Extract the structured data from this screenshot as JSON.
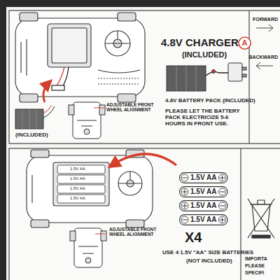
{
  "diagram": {
    "nodes": [
      {
        "text": [
          "A"
        ]
      },
      {
        "text": [
          "1.5V AA"
        ]
      },
      {
        "text": [
          "1.5V AA"
        ]
      },
      {
        "text": [
          "1.5V AA"
        ]
      },
      {
        "text": [
          "1.5V AA"
        ]
      }
    ],
    "labels": [
      "4.8V CHARGER",
      "(INCLUDED)",
      "(INCLUDED)",
      "ADJUSTABLE FRONT WHEEL ALIGNMENT",
      "4.8V BATTERY PACK (INCLUDED)",
      "PLEASE LET THE BATTERY PACK ELECTRICIZE 5-6 HOURS IN FRONT USE.",
      "FORWARD",
      "BACKWARD",
      "1.5V AA",
      "1.5V AA",
      "1.5V AA",
      "1.5V AA",
      "ADJUSTABLE FRONT WHEEL ALIGNMENT",
      "X4",
      "USE 4 1.5V \"AA\" SIZE BATTERIES",
      "(NOT INCLUDED)",
      "IMPORTA",
      "PLEASE",
      "SPECIFI"
    ]
  }
}
